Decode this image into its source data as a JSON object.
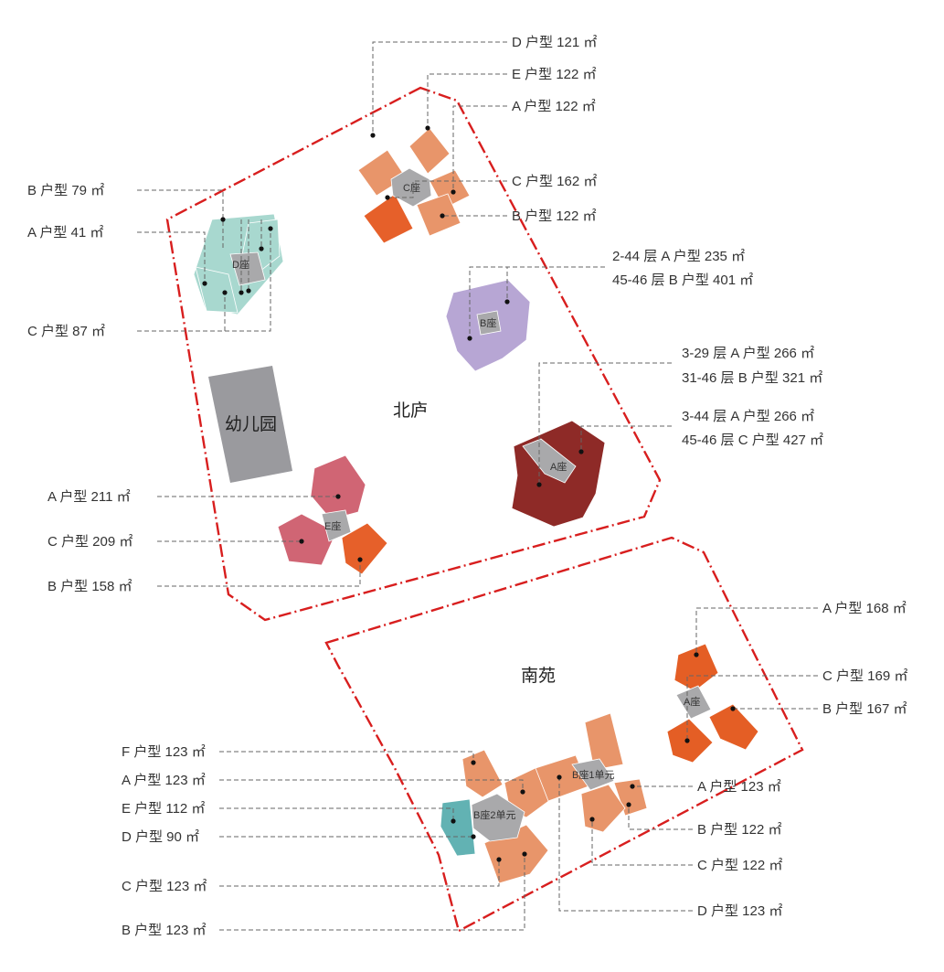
{
  "zones": {
    "north": {
      "name": "北庐"
    },
    "south": {
      "name": "南苑"
    },
    "kindergarten": {
      "name": "幼儿园"
    }
  },
  "buildings": {
    "north_a": "A座",
    "north_b": "B座",
    "north_c": "C座",
    "north_d": "D座",
    "north_e": "E座",
    "south_a": "A座",
    "south_b1": "B座1单元",
    "south_b2": "B座2单元"
  },
  "labels": {
    "nc_d": "D 户型 121 ㎡",
    "nc_e": "E 户型 122 ㎡",
    "nc_a": "A 户型 122 ㎡",
    "nc_c": "C 户型 162 ㎡",
    "nc_b": "B 户型 122 ㎡",
    "nd_b": "B 户型 79 ㎡",
    "nd_a": "A 户型 41 ㎡",
    "nd_c": "C 户型 87 ㎡",
    "nb_1": "2-44 层    A 户型 235 ㎡",
    "nb_2": "45-46 层  B 户型 401 ㎡",
    "na_1": "3-29 层     A 户型 266 ㎡",
    "na_2": "31-46 层  B 户型 321 ㎡",
    "na_3": "3-44 层     A 户型 266 ㎡",
    "na_4": "45-46 层  C 户型 427 ㎡",
    "ne_a": "A 户型 211 ㎡",
    "ne_c": "C 户型 209 ㎡",
    "ne_b": "B 户型 158 ㎡",
    "sa_a": "A 户型 168 ㎡",
    "sa_c": "C 户型 169 ㎡",
    "sa_b": "B 户型 167 ㎡",
    "sb2_f": "F 户型 123 ㎡",
    "sb2_a": "A 户型 123 ㎡",
    "sb2_e": "E 户型 112 ㎡",
    "sb2_d": "D 户型 90 ㎡",
    "sb2_c": "C 户型 123 ㎡",
    "sb2_b": "B 户型 123 ㎡",
    "sb1_a": "A 户型 123 ㎡",
    "sb1_b": "B 户型 122 ㎡",
    "sb1_c": "C 户型 122 ㎡",
    "sb1_d": "D 户型 123 ㎡"
  },
  "colors": {
    "boundary": "#d81e1e",
    "core": "#a9a9ab",
    "kindergarten": "#9a9a9e",
    "north_a": "#8e2a27",
    "north_b": "#b7a6d4",
    "north_c_wing": "#e8956a",
    "north_c_dark": "#e6602a",
    "north_d": "#a8d8cf",
    "north_e_light": "#d06574",
    "north_e_dark": "#e6602a",
    "south_a": "#e45e25",
    "south_b": "#e8956a",
    "south_teal": "#62b2b3"
  },
  "icons": [
    "unit-dot-icon"
  ]
}
